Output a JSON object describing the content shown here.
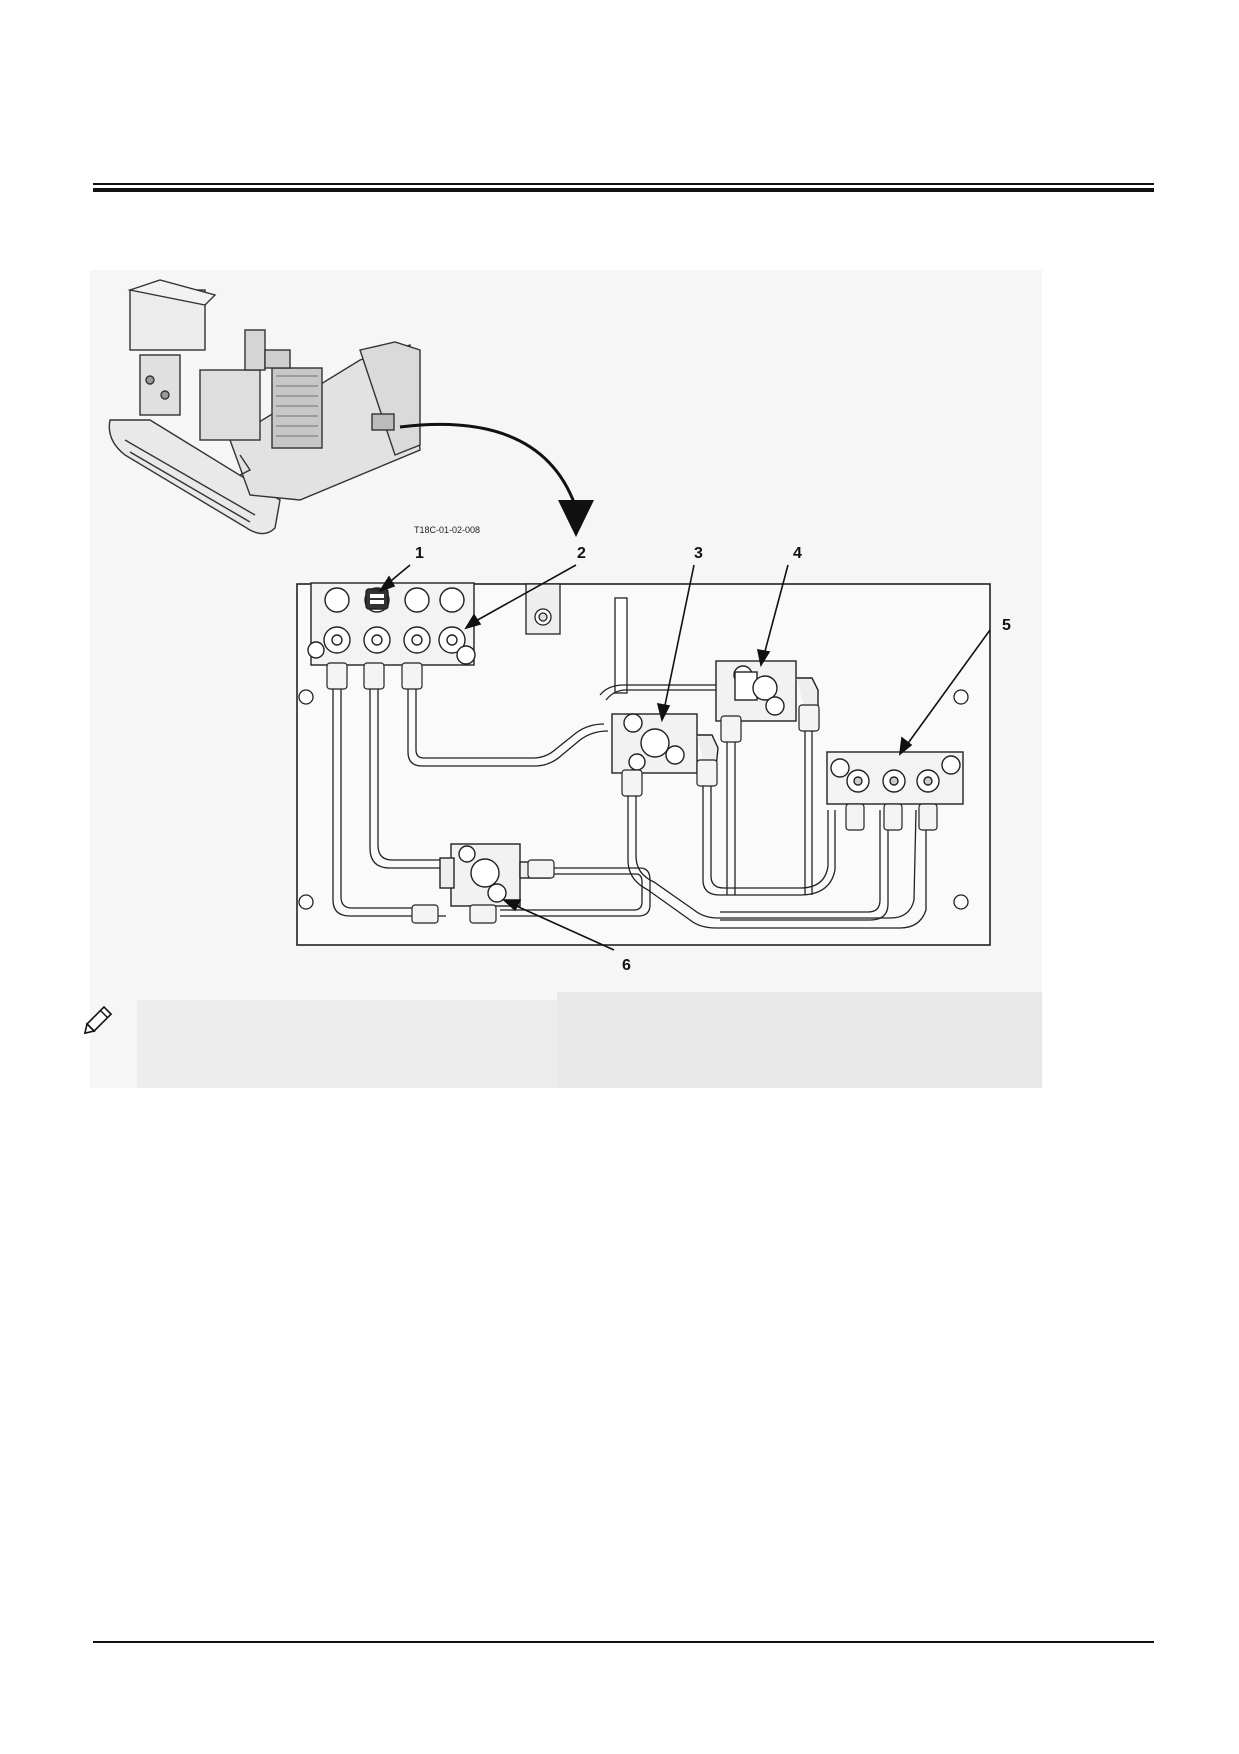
{
  "figure": {
    "ref_code": "T18C-01-02-008",
    "callouts": [
      "1",
      "2",
      "3",
      "4",
      "5",
      "6"
    ]
  },
  "note": {
    "icon": "pencil-icon"
  }
}
